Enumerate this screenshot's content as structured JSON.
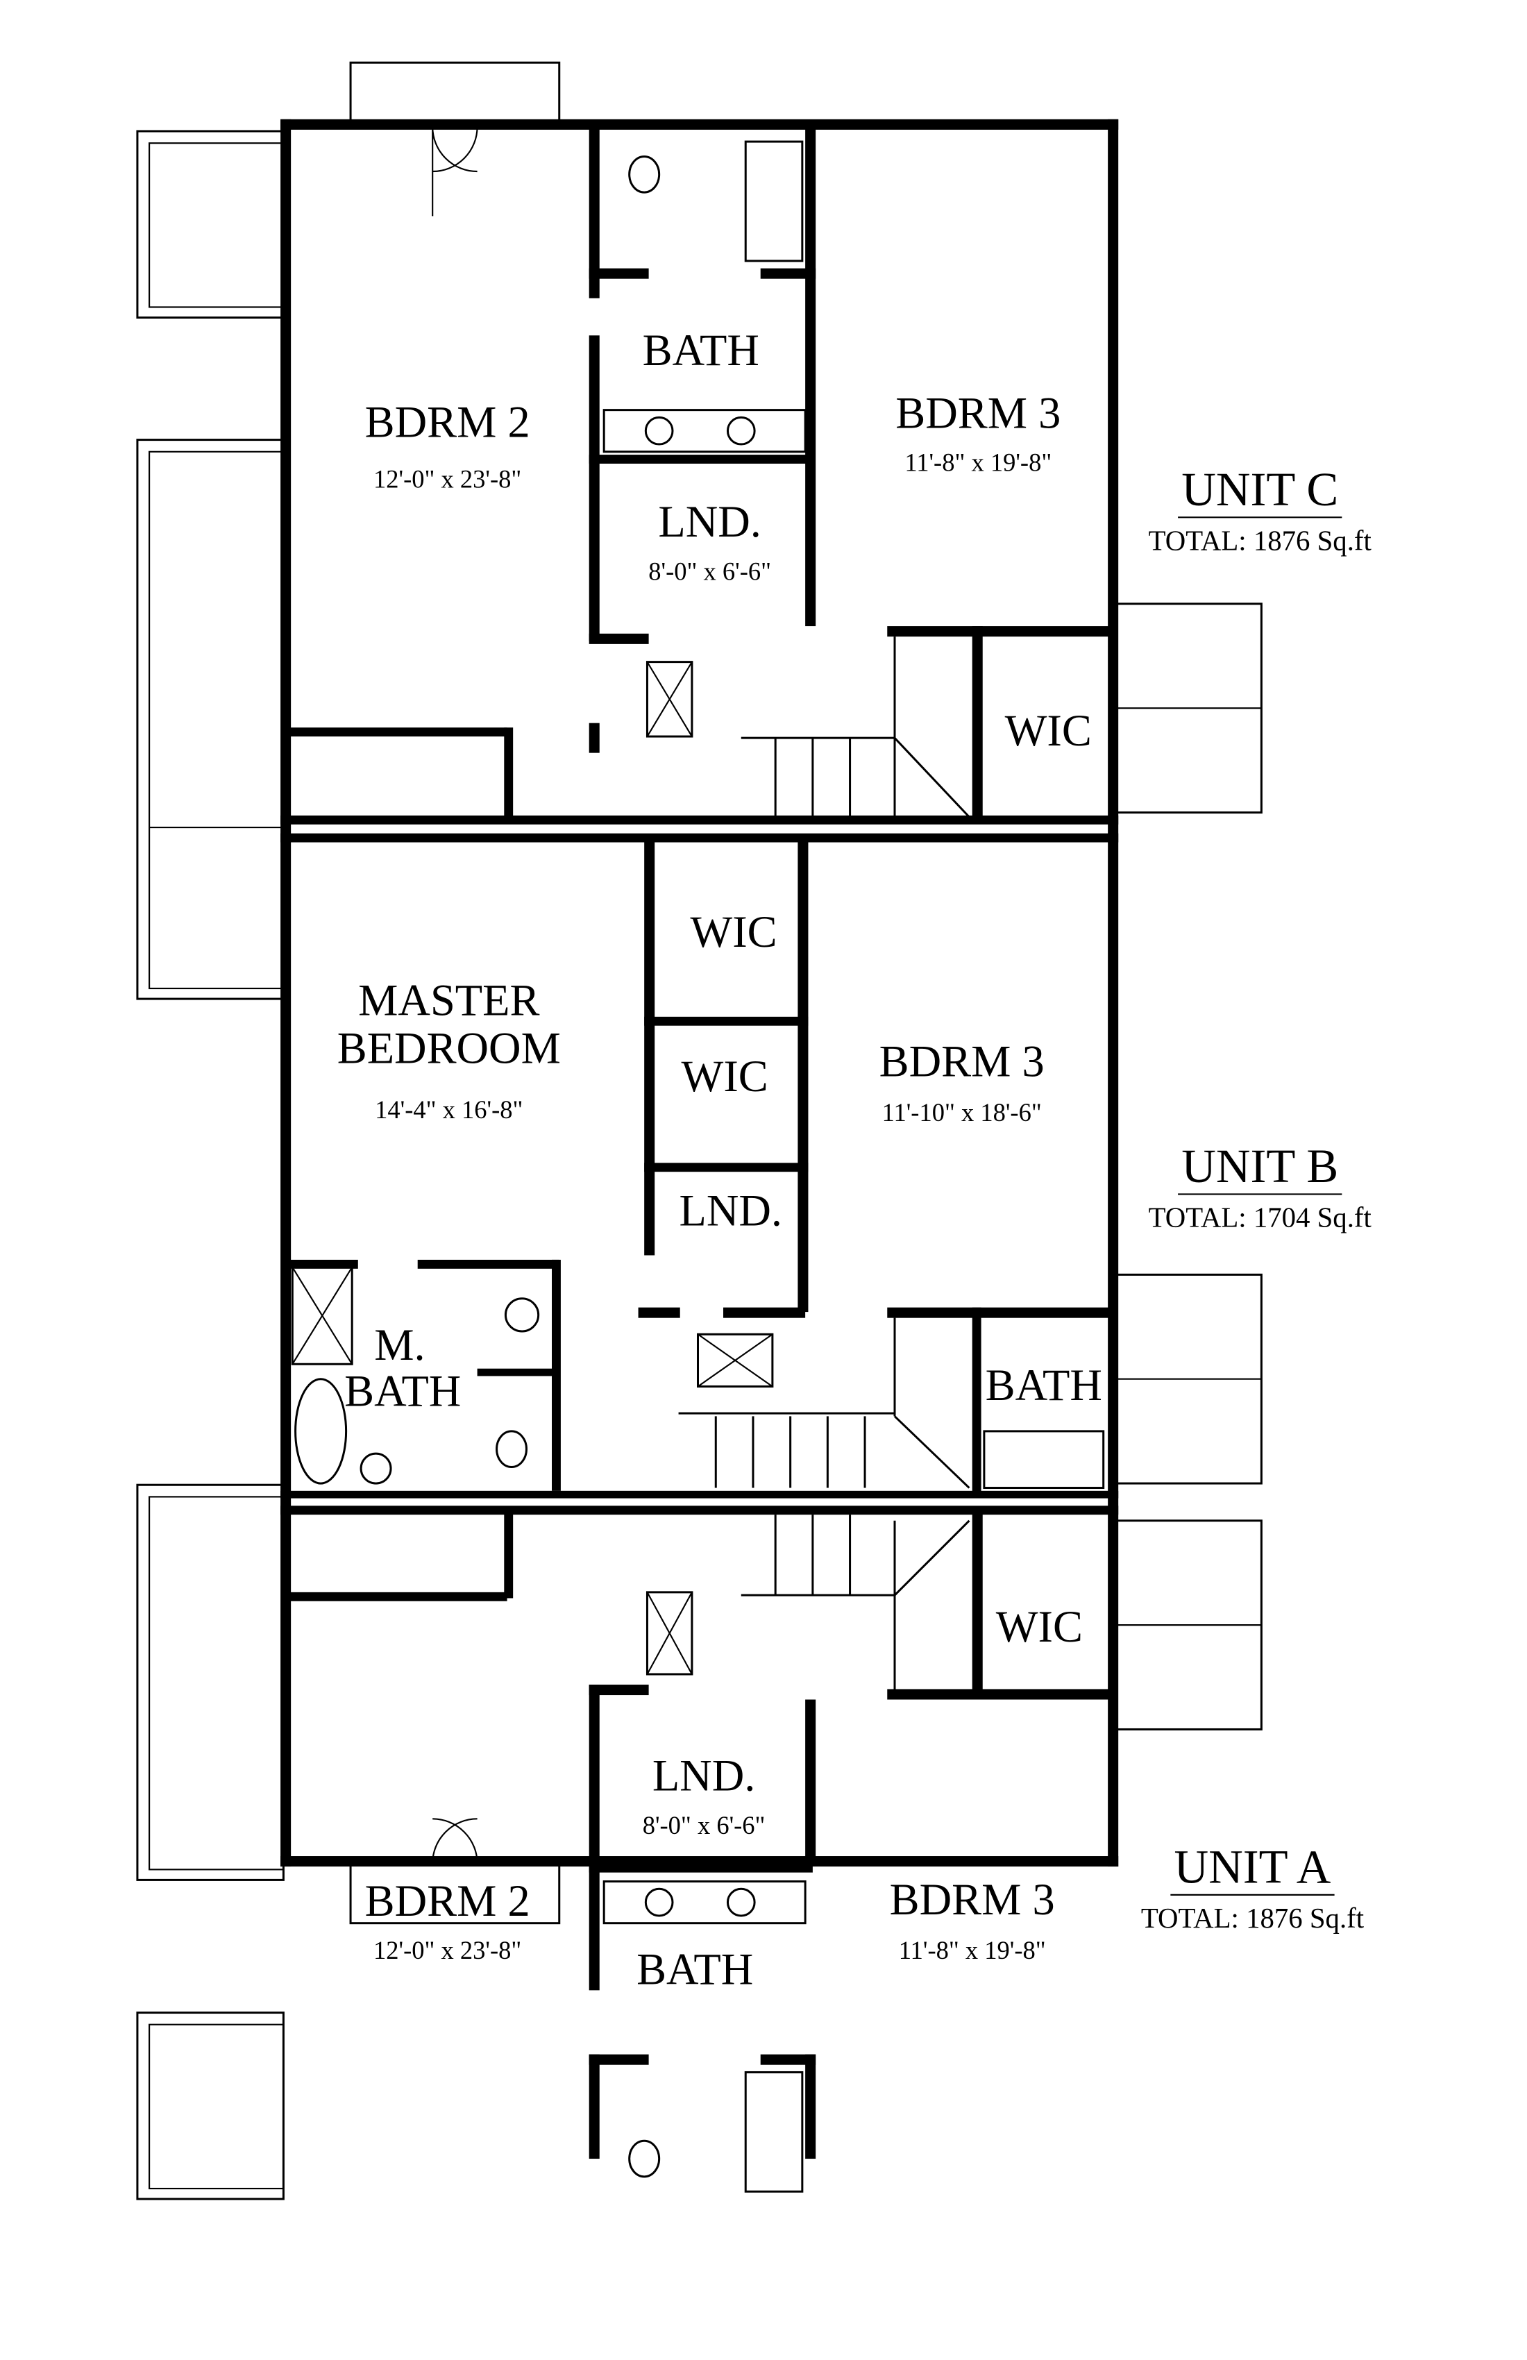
{
  "units": [
    {
      "name": "UNIT C",
      "total": "TOTAL: 1876 Sq.ft",
      "rooms": {
        "bdrm2": {
          "label": "BDRM 2",
          "dims": "12'-0\" x 23'-8\""
        },
        "bath": {
          "label": "BATH"
        },
        "bdrm3": {
          "label": "BDRM 3",
          "dims": "11'-8\" x 19'-8\""
        },
        "lnd": {
          "label": "LND.",
          "dims": "8'-0\" x 6'-6\""
        },
        "wic": {
          "label": "WIC"
        }
      }
    },
    {
      "name": "UNIT B",
      "total": "TOTAL: 1704 Sq.ft",
      "rooms": {
        "master1": "MASTER",
        "master2": "BEDROOM",
        "master_dims": "14'-4\" x 16'-8\"",
        "wic1": "WIC",
        "wic2": "WIC",
        "bdrm3": {
          "label": "BDRM 3",
          "dims": "11'-10\" x 18'-6\""
        },
        "lnd": "LND.",
        "mbath1": "M.",
        "mbath2": "BATH",
        "bath": "BATH"
      }
    },
    {
      "name": "UNIT A",
      "total": "TOTAL: 1876 Sq.ft",
      "rooms": {
        "bdrm2": {
          "label": "BDRM 2",
          "dims": "12'-0\" x 23'-8\""
        },
        "bath": {
          "label": "BATH"
        },
        "bdrm3": {
          "label": "BDRM 3",
          "dims": "11'-8\" x 19'-8\""
        },
        "lnd": {
          "label": "LND.",
          "dims": "8'-0\" x 6'-6\""
        },
        "wic": {
          "label": "WIC"
        }
      }
    }
  ]
}
